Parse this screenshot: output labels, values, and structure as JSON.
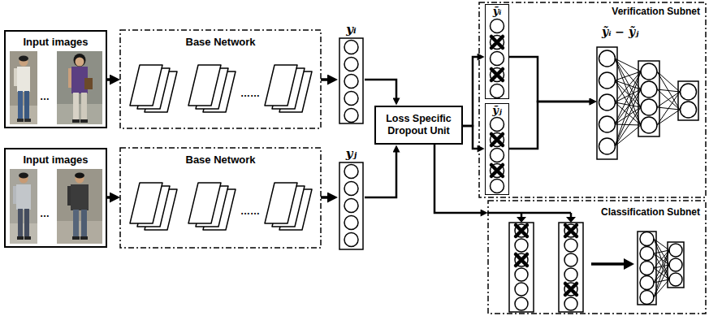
{
  "diagram": {
    "nodes": [
      {
        "text": [
          "Input images"
        ]
      },
      {
        "text": [
          "Base Network"
        ]
      },
      {
        "text": [
          "Input images"
        ]
      },
      {
        "text": [
          "Base Network"
        ]
      },
      {
        "text": [
          "yᵢ"
        ]
      },
      {
        "text": [
          "yⱼ"
        ]
      },
      {
        "text": [
          "Loss Specific Dropout Unit"
        ]
      },
      {
        "text": [
          "Verification Subnet"
        ]
      },
      {
        "text": [
          "ỹᵢ"
        ],
        "in": 7
      },
      {
        "text": [
          "ỹⱼ"
        ],
        "in": 7
      },
      {
        "text": [
          "ỹᵢ − ỹⱼ"
        ],
        "in": 7
      },
      {
        "text": [
          "Classification Subnet"
        ]
      }
    ],
    "edges": [
      {
        "from": 0,
        "to": 1,
        "arrow": "to"
      },
      {
        "from": 1,
        "to": 4,
        "arrow": "to"
      },
      {
        "from": 2,
        "to": 3,
        "arrow": "to"
      },
      {
        "from": 3,
        "to": 5,
        "arrow": "to"
      },
      {
        "from": 4,
        "to": 6,
        "arrow": "to"
      },
      {
        "from": 5,
        "to": 6,
        "arrow": "to"
      },
      {
        "from": 6,
        "to": 8,
        "arrow": "to"
      },
      {
        "from": 6,
        "to": 9,
        "arrow": "to"
      },
      {
        "from": 8,
        "to": 10,
        "arrow": "to"
      },
      {
        "from": 9,
        "to": 10,
        "arrow": "to"
      },
      {
        "from": 6,
        "to": 11,
        "arrow": "to"
      }
    ],
    "labels": [
      "…",
      "……",
      "…",
      "……"
    ]
  }
}
